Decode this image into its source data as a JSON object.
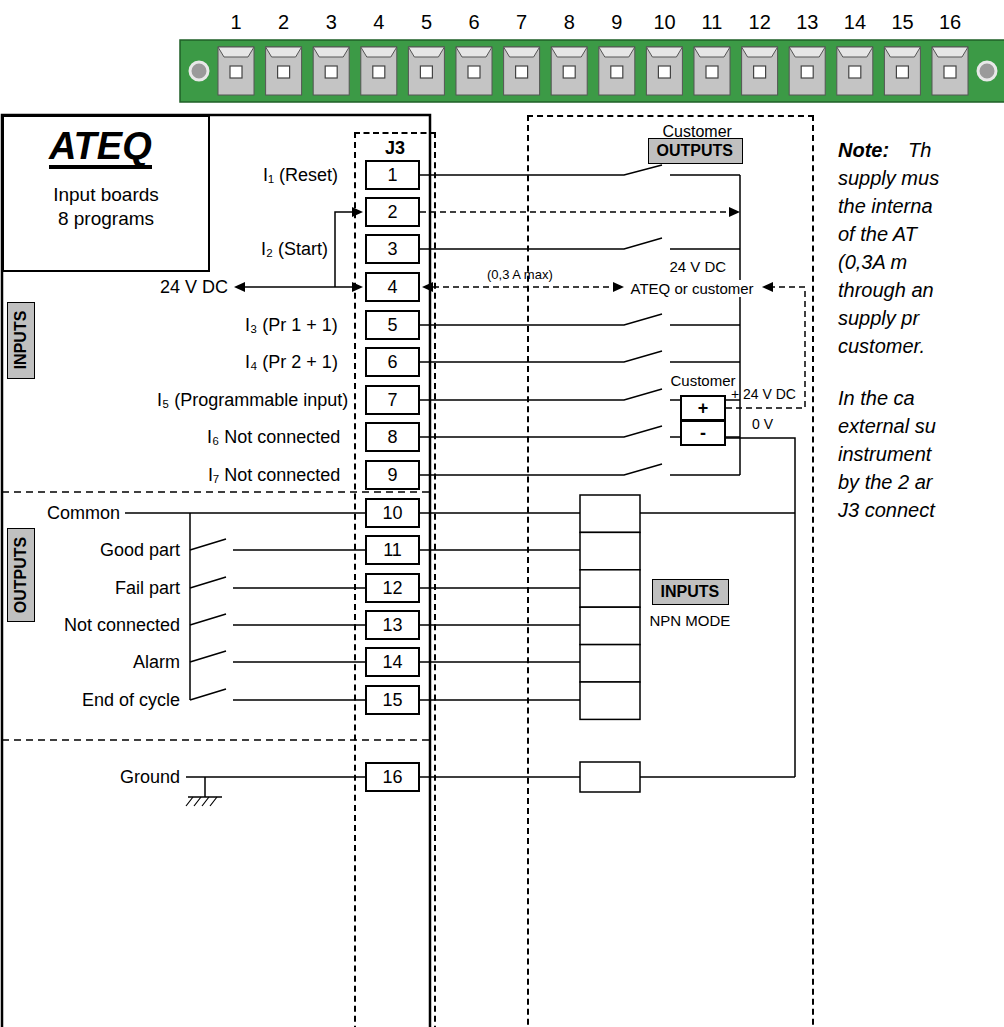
{
  "diagram": {
    "nodes": [
      {
        "text": [
          "ATEQ",
          "Input boards 8 programs"
        ]
      },
      {
        "text": [
          "J3"
        ]
      },
      {
        "text": [
          "1"
        ],
        "in": 1
      },
      {
        "text": [
          "2"
        ],
        "in": 1
      },
      {
        "text": [
          "3"
        ],
        "in": 1
      },
      {
        "text": [
          "4"
        ],
        "in": 1
      },
      {
        "text": [
          "5"
        ],
        "in": 1
      },
      {
        "text": [
          "6"
        ],
        "in": 1
      },
      {
        "text": [
          "7"
        ],
        "in": 1
      },
      {
        "text": [
          "8"
        ],
        "in": 1
      },
      {
        "text": [
          "9"
        ],
        "in": 1
      },
      {
        "text": [
          "10"
        ],
        "in": 1
      },
      {
        "text": [
          "11"
        ],
        "in": 1
      },
      {
        "text": [
          "12"
        ],
        "in": 1
      },
      {
        "text": [
          "13"
        ],
        "in": 1
      },
      {
        "text": [
          "14"
        ],
        "in": 1
      },
      {
        "text": [
          "15"
        ],
        "in": 1
      },
      {
        "text": [
          "16"
        ],
        "in": 1
      },
      {
        "text": [
          "INPUTS"
        ]
      },
      {
        "text": [
          "OUTPUTS"
        ]
      },
      {
        "text": [
          "Customer"
        ]
      },
      {
        "text": [
          "OUTPUTS"
        ],
        "in": 20
      },
      {
        "text": [
          "+"
        ],
        "in": 20
      },
      {
        "text": [
          "-"
        ],
        "in": 20
      },
      {
        "text": [
          "INPUTS"
        ],
        "in": 20
      }
    ],
    "labels": [
      "1",
      "2",
      "3",
      "4",
      "5",
      "6",
      "7",
      "8",
      "9",
      "10",
      "11",
      "12",
      "13",
      "14",
      "15",
      "16",
      "I₁ (Reset)",
      "I₂ (Start)",
      "24 V DC",
      "I₃ (Pr 1 + 1)",
      "I₄ (Pr 2 + 1)",
      "I₅ (Programmable input)",
      "I₆ Not connected",
      "I₇ Not connected",
      "Common",
      "Good part",
      "Fail part",
      "Not connected",
      "Alarm",
      "End of cycle",
      "Ground",
      "(0,3 A max)",
      "24 V DC",
      "ATEQ or customer",
      "Customer",
      "+ 24 V DC",
      "0 V",
      "NPN MODE",
      "Note:",
      "Th",
      "supply mus",
      "the interna",
      "of the AT",
      "(0,3A m",
      "through an",
      "supply pr",
      "customer.",
      "In the ca",
      "external su",
      "instrument",
      "by the 2 ar",
      "J3 connect"
    ]
  }
}
